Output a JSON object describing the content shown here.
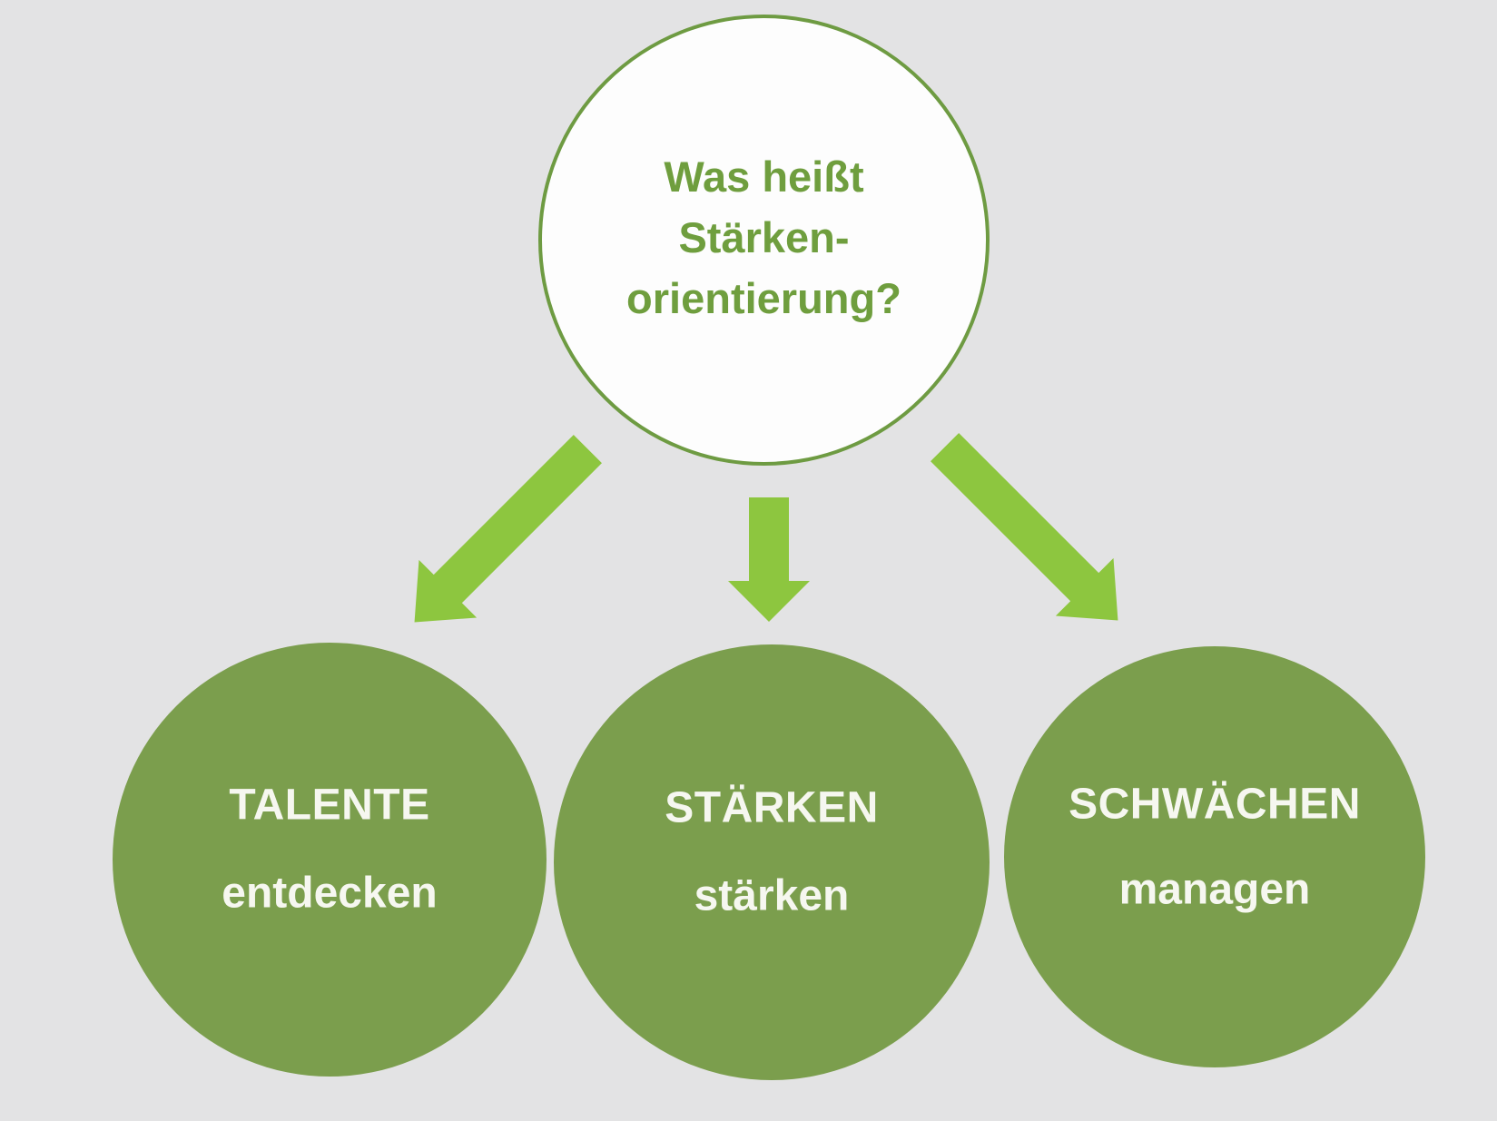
{
  "diagram": {
    "background_color": "#e3e3e4",
    "root": {
      "lines": [
        "Was heißt",
        "Stärken-",
        "orientierung?"
      ],
      "fill_color": "#fdfdfd",
      "border_color": "#6e9b42",
      "text_color": "#6f9e3e"
    },
    "arrows": {
      "color": "#8dc63f",
      "items": [
        {
          "icon": "arrow-down-left-icon",
          "direction": "down-left"
        },
        {
          "icon": "arrow-down-icon",
          "direction": "down"
        },
        {
          "icon": "arrow-down-right-icon",
          "direction": "down-right"
        }
      ]
    },
    "nodes": {
      "fill_color": "#7b9e4d",
      "text_color": "#f6f7f0",
      "items": [
        {
          "title": "TALENTE",
          "subtitle": "entdecken"
        },
        {
          "title": "STÄRKEN",
          "subtitle": "stärken"
        },
        {
          "title": "SCHWÄCHEN",
          "subtitle": "managen"
        }
      ]
    }
  }
}
